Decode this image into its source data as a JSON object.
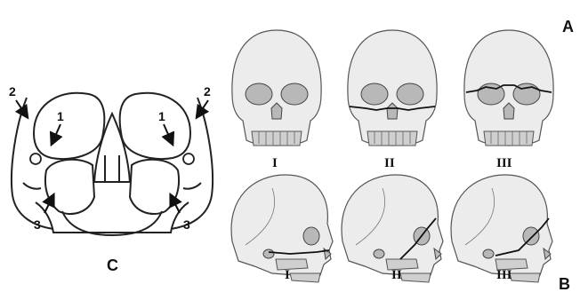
{
  "panel_c": {
    "letter": "C",
    "labels": {
      "left_2": "2",
      "left_1": "1",
      "left_3": "3",
      "right_2": "2",
      "right_1": "1",
      "right_3": "3"
    }
  },
  "panel_a": {
    "letter": "A",
    "skulls": [
      {
        "numeral": "I"
      },
      {
        "numeral": "II"
      },
      {
        "numeral": "III"
      }
    ]
  },
  "panel_b": {
    "letter": "B",
    "skulls": [
      {
        "numeral": "I"
      },
      {
        "numeral": "II"
      },
      {
        "numeral": "III"
      }
    ]
  },
  "colors": {
    "bone": "#ececec",
    "outline": "#555555",
    "fracture": "#111111"
  }
}
